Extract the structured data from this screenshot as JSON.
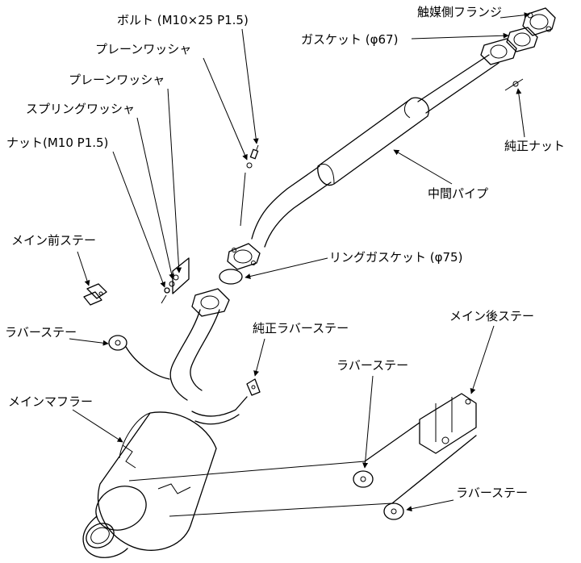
{
  "labels": {
    "bolt": "ボルト (M10×25 P1.5)",
    "cat_flange": "触媒側フランジ",
    "plain_washer_1": "プレーンワッシャ",
    "gasket_67": "ガスケット (φ67)",
    "plain_washer_2": "プレーンワッシャ",
    "spring_washer": "スプリングワッシャ",
    "nut": "ナット(M10 P1.5)",
    "oem_nut": "純正ナット",
    "middle_pipe": "中間パイプ",
    "main_front_stay": "メイン前ステー",
    "ring_gasket_75": "リングガスケット (φ75)",
    "rubber_stay_left": "ラバーステー",
    "oem_rubber_stay": "純正ラバーステー",
    "main_rear_stay": "メイン後ステー",
    "rubber_stay_mid": "ラバーステー",
    "main_muffler": "メインマフラー",
    "rubber_stay_right": "ラバーステー"
  }
}
